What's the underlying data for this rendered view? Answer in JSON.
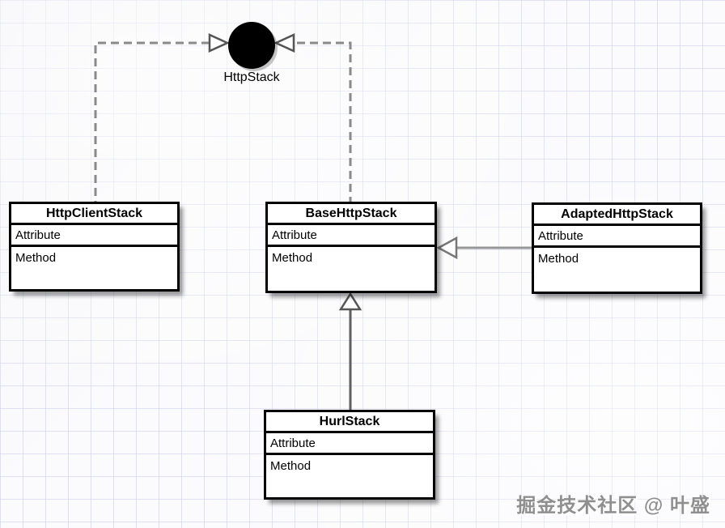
{
  "diagram": {
    "interface_node": {
      "label": "HttpStack",
      "shape": "filled-circle",
      "fill": "#000000"
    },
    "classes": [
      {
        "title": "HttpClientStack",
        "attribute_label": "Attribute",
        "method_label": "Method"
      },
      {
        "title": "BaseHttpStack",
        "attribute_label": "Attribute",
        "method_label": "Method"
      },
      {
        "title": "AdaptedHttpStack",
        "attribute_label": "Attribute",
        "method_label": "Method"
      },
      {
        "title": "HurlStack",
        "attribute_label": "Attribute",
        "method_label": "Method"
      }
    ],
    "relationships": [
      {
        "from": "HttpClientStack",
        "to": "HttpStack",
        "type": "realization",
        "line": "dashed"
      },
      {
        "from": "BaseHttpStack",
        "to": "HttpStack",
        "type": "realization",
        "line": "dashed"
      },
      {
        "from": "AdaptedHttpStack",
        "to": "BaseHttpStack",
        "type": "generalization",
        "line": "solid"
      },
      {
        "from": "HurlStack",
        "to": "BaseHttpStack",
        "type": "generalization",
        "line": "solid"
      }
    ],
    "watermark": "掘金技术社区 @ 叶盛",
    "colors": {
      "box_border": "#000000",
      "box_fill": "#ffffff",
      "dashed_connector": "#8a8a8a",
      "solid_connector": "#8f8f8f",
      "arrowhead_fill": "#ffffff",
      "grid_line": "#dfe2f3",
      "watermark_text": "#8f8f8f",
      "node_fill": "#000000"
    }
  }
}
